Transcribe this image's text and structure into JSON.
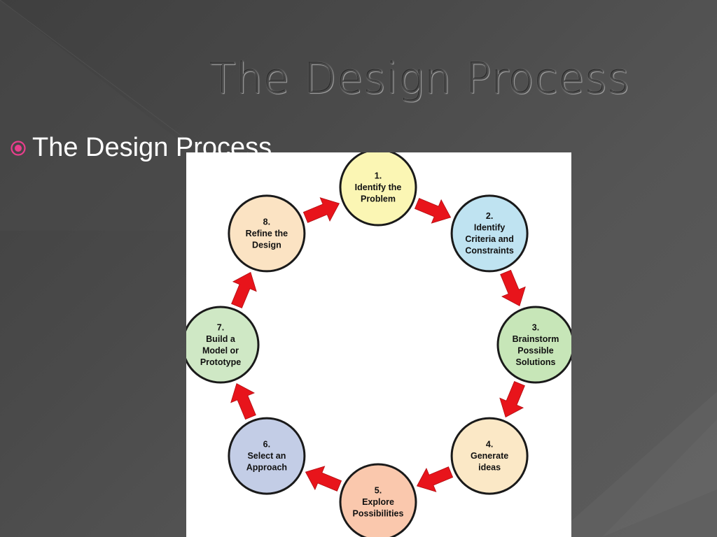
{
  "slide": {
    "title": "The Design Process",
    "bullet": "The Design Process"
  },
  "theme": {
    "accent": "#e83e8c",
    "arrow_color": "#e8141b",
    "title_color": "#4a4a4a",
    "bullet_text_color": "#ffffff"
  },
  "diagram": {
    "arrow_icon": "red-block-arrow",
    "nodes": [
      {
        "lines": [
          "1.",
          "Identify the",
          "Problem"
        ],
        "color": "#fbf6b4"
      },
      {
        "lines": [
          "2.",
          "Identify",
          "Criteria and",
          "Constraints"
        ],
        "color": "#bfe3f1"
      },
      {
        "lines": [
          "3.",
          "Brainstorm",
          "Possible",
          "Solutions"
        ],
        "color": "#c7e6b8"
      },
      {
        "lines": [
          "4.",
          "Generate",
          "ideas"
        ],
        "color": "#fbe8c6"
      },
      {
        "lines": [
          "5.",
          "Explore",
          "Possibilities"
        ],
        "color": "#fac8ad"
      },
      {
        "lines": [
          "6.",
          "Select an",
          "Approach"
        ],
        "color": "#c3cde6"
      },
      {
        "lines": [
          "7.",
          "Build a",
          "Model or",
          "Prototype"
        ],
        "color": "#cfe8c5"
      },
      {
        "lines": [
          "8.",
          "Refine the",
          "Design"
        ],
        "color": "#fbe3c3"
      }
    ]
  }
}
